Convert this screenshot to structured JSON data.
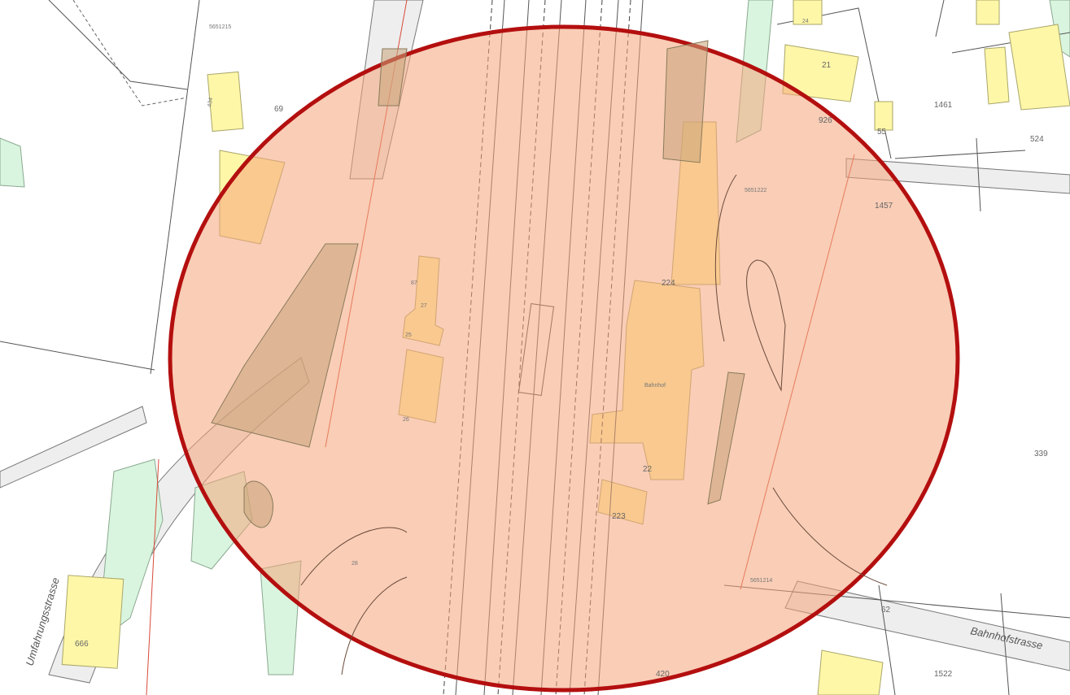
{
  "colors": {
    "background": "#ffffff",
    "road": "#eeeeee",
    "green": "#d9f5df",
    "building": "#fff7a8",
    "building_stroke": "#a9a66a",
    "parcel_line": "#555555",
    "red_line": "#d84a3a",
    "highlight_fill": "#f4a47a",
    "highlight_stroke": "#b40f0f"
  },
  "parcels": [
    "69",
    "1461",
    "524",
    "1457",
    "339",
    "62",
    "420",
    "1522",
    "666",
    "926",
    "224",
    "22",
    "223",
    "21",
    "55"
  ],
  "points": [
    "5651215",
    "5651222",
    "5651214"
  ],
  "buildings": {
    "station": "Bahnhof",
    "numbers": [
      "434",
      "24",
      "87",
      "25",
      "26",
      "27",
      "28"
    ]
  },
  "streets": [
    "Umfahrungsstrasse",
    "Bahnhofstrasse"
  ],
  "icons": [
    "highlight-ellipse"
  ]
}
